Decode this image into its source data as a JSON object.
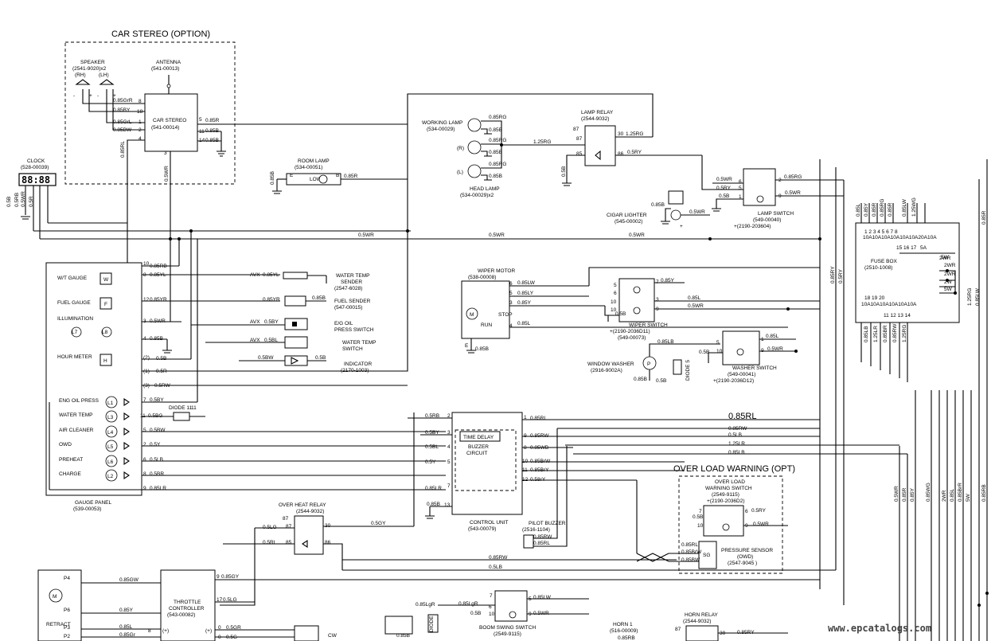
{
  "titles": {
    "car_stereo": "CAR STEREO (OPTION)",
    "over_load": "OVER LOAD WARNING (OPT)"
  },
  "components": {
    "speaker": "SPEAKER",
    "speaker_pn": "(2541-9020)x2",
    "rh": "(RH)",
    "lh": "(LH)",
    "antenna": "ANTENNA",
    "antenna_pn": "(541-00013)",
    "car_stereo": "CAR STEREO",
    "car_stereo_pn": "(541-00014)",
    "clock": "CLOCK",
    "clock_pn": "(528-00039)",
    "room_lamp": "ROOM LAMP",
    "room_lamp_pn": "(534-00051)",
    "working_lamp": "WORKING LAMP",
    "working_lamp_pn": "(534-00029)",
    "head_lamp": "HEAD LAMP",
    "head_lamp_pn": "(534-00029)x2",
    "lamp_relay": "LAMP RELAY",
    "lamp_relay_pn": "(2544-9032)",
    "cigar_lighter": "CIGAR LIGHTER",
    "cigar_lighter_pn": "(545-00002)",
    "lamp_switch": "LAMP SWITCH",
    "lamp_switch_pn": "(549-00040)",
    "lamp_switch_pn2": "+(2190-203604)",
    "fuse_box": "FUSE BOX",
    "fuse_box_pn": "(2510-1008)",
    "wiper_motor": "WIPER MOTOR",
    "wiper_motor_pn": "(538-00008)",
    "wiper_switch": "WIPER SWITCH",
    "wiper_switch_pn": "+(2190-2036D11)",
    "wiper_switch_pn2": "(549-00073)",
    "window_washer": "WINDOW WASHER",
    "window_washer_pn": "(2916-9002A)",
    "washer_switch": "WASHER SWITCH",
    "washer_switch_pn": "(549-00041)",
    "washer_switch_pn2": "+(2190-2036D12)",
    "diode5": "DIODE 5",
    "wt_gauge": "W/T GAUGE",
    "fuel_gauge": "FUEL GAUGE",
    "illumination": "ILLUMINATION",
    "hour_meter": "HOUR METER",
    "eng_oil_press": "ENG OIL PRESS",
    "water_temp": "WATER TEMP",
    "air_cleaner": "AIR CLEANER",
    "owd": "OWD",
    "preheat": "PREHEAT",
    "charge": "CHARGE",
    "gauge_panel": "GAUGE PANEL",
    "gauge_panel_pn": "(539-00053)",
    "diode11": "DIODE 11",
    "wt_sender": "WATER TEMP",
    "wt_sender2": "SENDER",
    "wt_sender_pn": "(2547-6028)",
    "fuel_sender": "FUEL SENDER",
    "fuel_sender_pn": "(547-00015)",
    "eg_oil": "E/G OIL",
    "eg_oil2": "PRESS SWITCH",
    "wt_switch": "WATER TEMP",
    "wt_switch2": "SWITCH",
    "indicator": "INDICATOR",
    "indicator_pn": "(2170-1003)",
    "time_delay": "TIME DELAY",
    "buzzer": "BUZZER",
    "circuit": "CIRCUIT",
    "control_unit": "CONTROL UNIT",
    "control_unit_pn": "(543-00079)",
    "pilot_buzzer": "PILOT BUZZER",
    "pilot_buzzer_pn": "(2516-1104)",
    "over_heat_relay": "OVER HEAT RELAY",
    "over_heat_relay_pn": "(2544-9032)",
    "olw_switch": "OVER LOAD",
    "olw_switch2": "WARNING SWITCH",
    "olw_switch_pn": "(2549-9115)",
    "olw_switch_pn2": "+(2190-2036D2)",
    "pressure_sensor": "PRESSURE SENSOR",
    "pressure_sensor2": "(OWD)",
    "pressure_sensor_pn": "(2547-9045 )",
    "sg": "SG",
    "throttle": "THROTTLE",
    "throttle2": "CONTROLLER",
    "throttle_pn": "(543-00082)",
    "retract": "RETRACT",
    "boom_swing": "BOOM SWING SWITCH",
    "boom_swing_pn": "(2549-9115)",
    "horn": "HORN 1",
    "horn_pn": "(516-00009)",
    "horn_relay": "HORN RELAY",
    "horn_relay_pn": "(2544-9032)",
    "diode": "DIODE",
    "stop": "STOP",
    "run": "RUN",
    "low": "LOW",
    "avx": "AVX"
  },
  "wires": {
    "w085GrR": "0.85GrR",
    "w085BY": "0.85BY",
    "w085GrL": "0.85GrL",
    "w085BW": "0.85BW",
    "w085R": "0.85R",
    "w085B": "0.85B",
    "w085RL": "0.85RL",
    "w05WR": "0.5WR",
    "w085RG": "0.85RG",
    "w125RG": "1.25RG",
    "w05B": "0.5B",
    "w085RY": "0.85RY",
    "w05RY": "0.5RY",
    "w085RB": "0.85RB",
    "w085LW": "0.85LW",
    "w085LY": "0.85LY",
    "w085Y": "0.85Y",
    "w085L": "0.85L",
    "w085YL": "0.85YL",
    "w085YR": "0.85YR",
    "w05BY": "0.5BY",
    "w05BL": "0.5BL",
    "w05BW": "0.5BW",
    "w05BG": "0.5BG",
    "w05Y": "0.5Y",
    "w05LB": "0.5LB",
    "w05BR": "0.5BR",
    "w085LR": "0.85LR",
    "w05RW": "0.5RW",
    "w05LG": "0.5LG",
    "w05RL": "0.5RL",
    "w05GY": "0.5GY",
    "w085LB": "0.85LB",
    "w085RW": "0.85RW",
    "w085WB": "0.85WB",
    "w085BrW": "0.85BrW",
    "w085BrY": "0.85BrY",
    "w058rY": "0.58rY",
    "w085RL2": "0.85RL",
    "w125LR": "1.25LR",
    "w05RL2": "0.5RL",
    "w05LB2": "0.5LB",
    "w085GW": "0.85GW",
    "w085GY": "0.85GY",
    "w05LG2": "0.5LG",
    "w05GR": "0.5GR",
    "w05G": "0.5G",
    "w085Gr": "0.85Gr",
    "w085LgR": "0.85LgR",
    "w085RB2": "0.85RB",
    "w05RB": "0.5RB",
    "w05R": "0.5R",
    "w05RG": "0.5RG",
    "w05W": "0.5W",
    "w2WR": "2WR",
    "w2W": "2W",
    "w5W": "5W",
    "w125WG": "1.25WG",
    "w085L2": "0.85L",
    "w085BR": "0.85BR",
    "w085RW2": "0.85RW",
    "w085WG": "0.85WG",
    "w085BrR": "0.85BrR",
    "w085BL": "0.85BL",
    "w125RG2": "1.25RG",
    "w05SW": "0.5SW",
    "w05L": "0.5L",
    "w085RB3": "0.85RB",
    "w085BrY2": "0.85BrY",
    "w085LW2": "0.85LW",
    "w05BR2": "0.5BR",
    "w085BW2": "0.85BW",
    "w085RB4": "0.85RB"
  },
  "watermark": "www.epcatalogs.com"
}
